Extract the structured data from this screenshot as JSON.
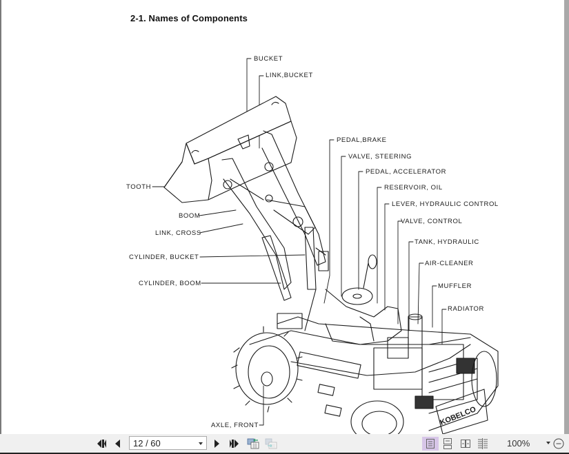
{
  "document": {
    "section_title": "2-1.  Names of Components",
    "labels": {
      "bucket": "BUCKET",
      "link_bucket": "LINK,BUCKET",
      "pedal_brake": "PEDAL,BRAKE",
      "valve_steering": "VALVE, STEERING",
      "pedal_accelerator": "PEDAL, ACCELERATOR",
      "reservoir_oil": "RESERVOIR, OIL",
      "lever_hydraulic_control": "LEVER, HYDRAULIC CONTROL",
      "valve_control": "VALVE, CONTROL",
      "tank_hydraulic": "TANK, HYDRAULIC",
      "air_cleaner": "AIR-CLEANER",
      "muffler": "MUFFLER",
      "radiator": "RADIATOR",
      "tooth": "TOOTH",
      "boom": "BOOM",
      "link_cross": "LINK, CROSS",
      "cylinder_bucket": "CYLINDER, BUCKET",
      "cylinder_boom": "CYLINDER, BOOM",
      "axle_front": "AXLE, FRONT"
    },
    "machine_brand_plate": "KOBELCO"
  },
  "toolbar": {
    "first_page": "first-page-icon",
    "prev_page": "previous-page-icon",
    "page_indicator": "12 / 60",
    "next_page": "next-page-icon",
    "last_page": "last-page-icon",
    "zoom_level": "100%",
    "view_modes": [
      "single-page",
      "continuous",
      "facing",
      "continuous-facing"
    ],
    "active_view_mode": "single-page"
  },
  "colors": {
    "toolbar_bg": "#f0f0f0",
    "active_view_bg": "#d7c6e8",
    "scrollbar": "#a9a9a9",
    "ink": "#1a1a1a"
  }
}
